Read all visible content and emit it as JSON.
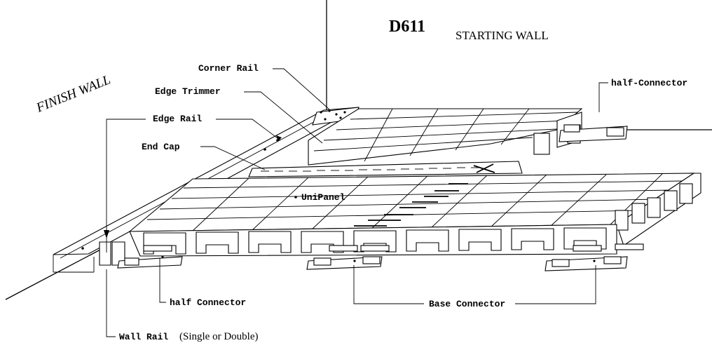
{
  "drawing": {
    "code": "D611",
    "starting_wall": "STARTING WALL",
    "finish_wall": "FINISH WALL"
  },
  "labels": {
    "corner_rail": "Corner Rail",
    "edge_trimmer": "Edge Trimmer",
    "edge_rail": "Edge Rail",
    "end_cap": "End Cap",
    "unipanel": "UniPanel",
    "half_connector_top": "half-Connector",
    "half_connector_bottom": "half Connector",
    "base_connector": "Base Connector",
    "wall_rail": "Wall Rail",
    "wall_rail_note": "(Single or Double)"
  }
}
